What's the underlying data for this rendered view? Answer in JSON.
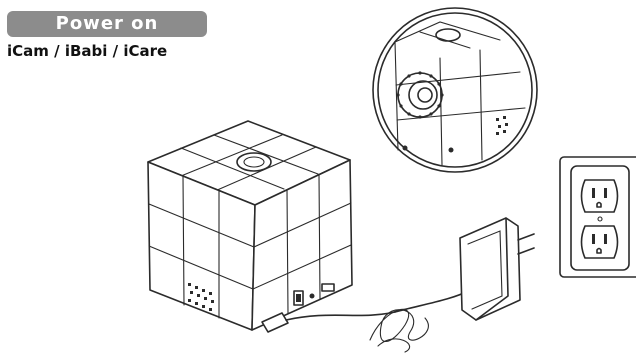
{
  "header": {
    "title": "Power on",
    "subtitle": "iCam / iBabi / iCare"
  },
  "colors": {
    "title_bg": "#8c8c8c",
    "title_text": "#ffffff",
    "line": "#2b2b2b",
    "background": "#ffffff"
  },
  "illustration": {
    "objects": [
      "cube-camera-device",
      "zoom-circle-detail",
      "power-adapter",
      "wall-outlet",
      "usb-cable"
    ]
  }
}
